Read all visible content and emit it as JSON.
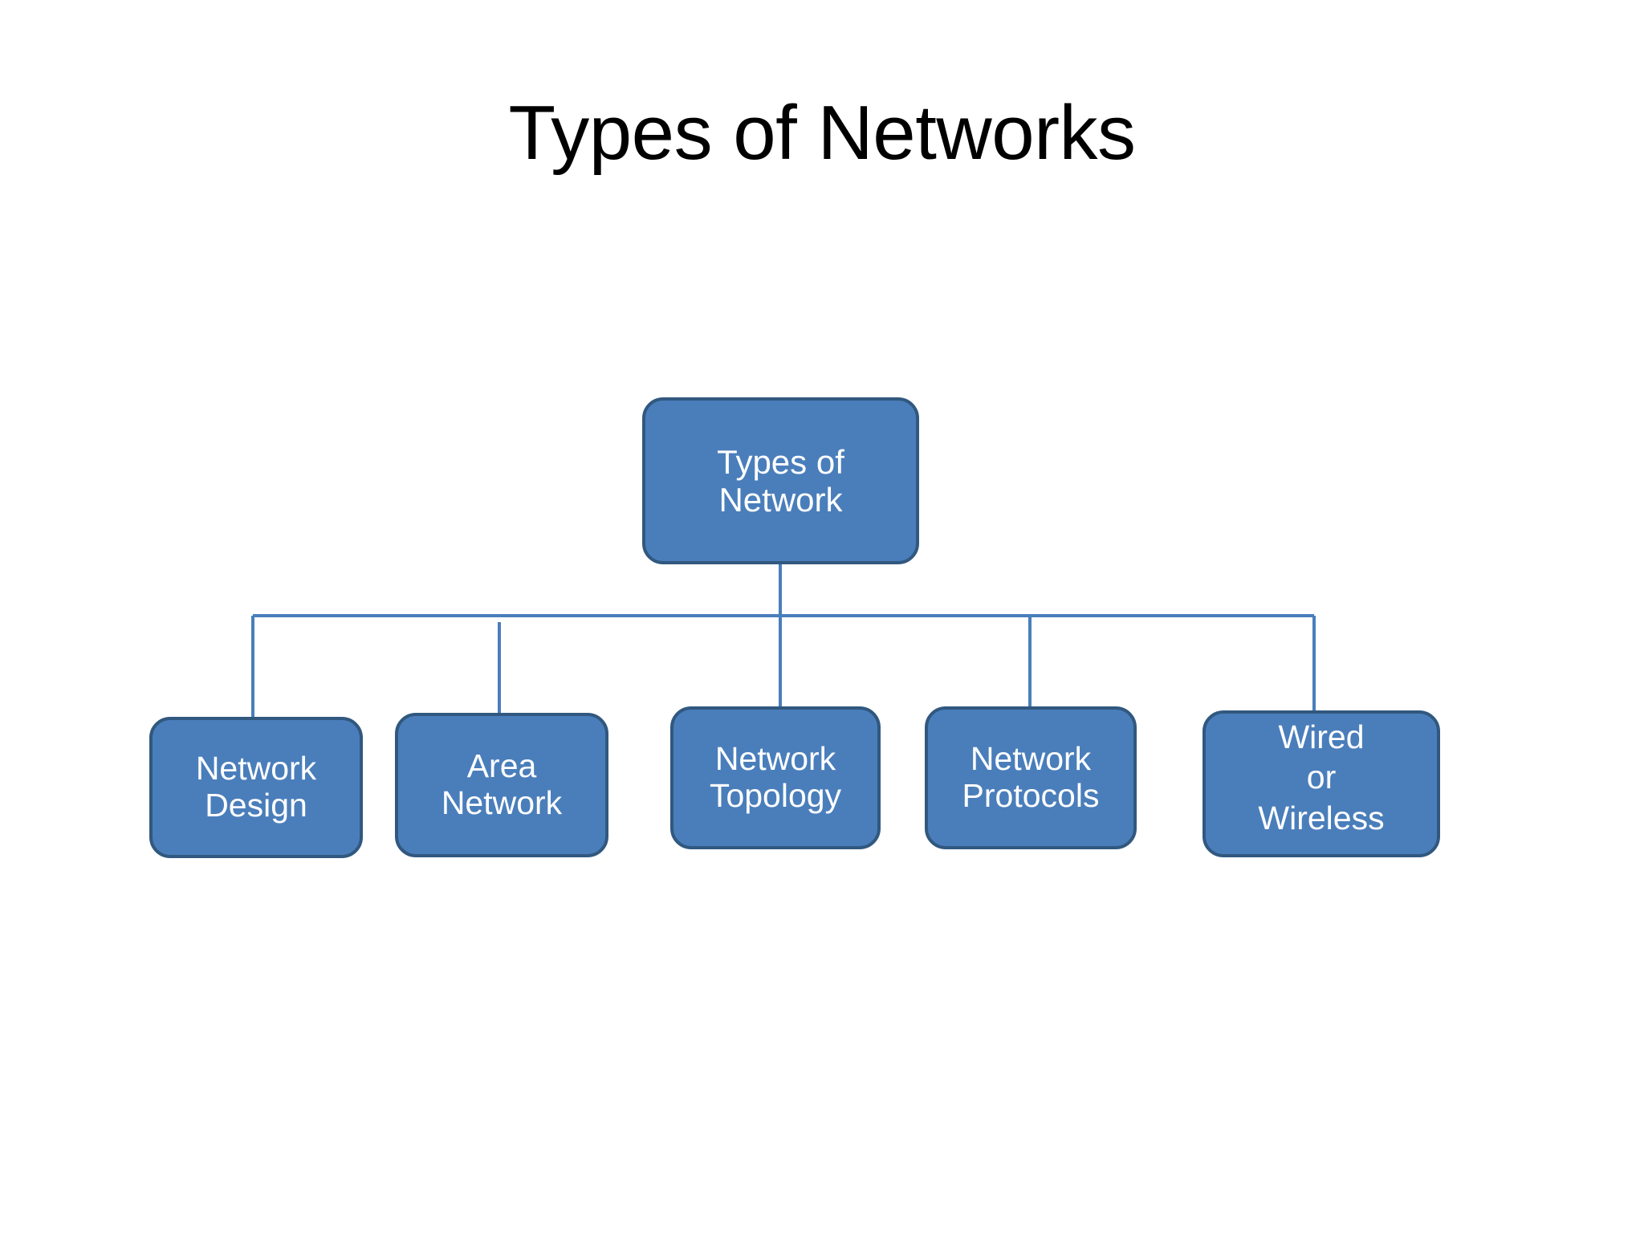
{
  "slide": {
    "title": "Types of Networks",
    "background_color": "#FFFFFF",
    "title_color": "#000000"
  },
  "theme": {
    "node_fill": "#4A7EBB",
    "node_border": "#31587F",
    "node_text_color": "#FFFFFF",
    "connector_color": "#4A7EBB"
  },
  "diagram": {
    "type": "hierarchy-tree",
    "root": {
      "id": "types-of-network",
      "label": "Types of\nNetwork"
    },
    "children": [
      {
        "id": "network-design",
        "label": "Network\nDesign"
      },
      {
        "id": "area-network",
        "label": "Area\nNetwork"
      },
      {
        "id": "network-topology",
        "label": "Network\nTopology"
      },
      {
        "id": "network-protocols",
        "label": "Network\nProtocols"
      },
      {
        "id": "wired-or-wireless",
        "label": "Wired\nor\nWireless"
      }
    ]
  }
}
